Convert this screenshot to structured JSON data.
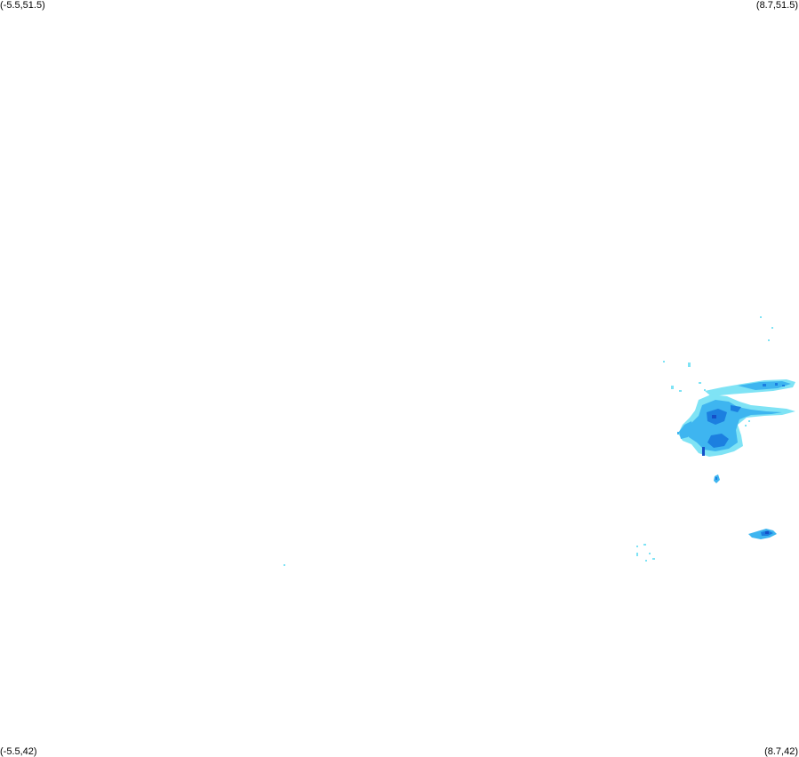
{
  "corners": {
    "top_left": "(-5.5,51.5)",
    "top_right": "(8.7,51.5)",
    "bottom_left": "(-5.5,42)",
    "bottom_right": "(8.7,42)"
  },
  "extent": {
    "lon_min": -5.5,
    "lon_max": 8.7,
    "lat_min": 42,
    "lat_max": 51.5
  },
  "colors": {
    "background": "#ffffff",
    "light": "#7fe3f5",
    "medium": "#3eb5f0",
    "strong": "#1c7fe0",
    "heavy": "#1550c8"
  }
}
